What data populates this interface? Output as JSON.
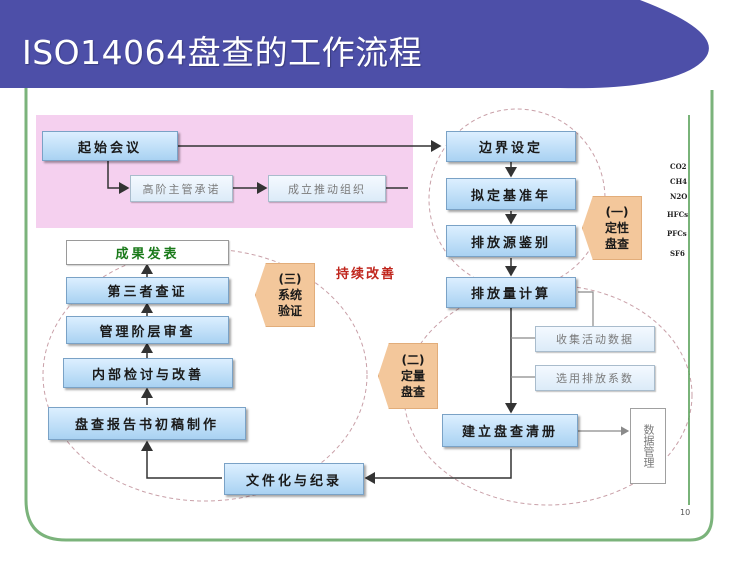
{
  "slide": {
    "title": "ISO14064盘查的工作流程",
    "page_number": "10"
  },
  "colors": {
    "title_band": "#4d4fa8",
    "frame_green": "#5aa05a",
    "box_fill": "#a9d2f2",
    "tag_fill": "#f3c79b",
    "pink_panel": "#f5d0ef",
    "red_note": "#c0261d"
  },
  "boxes": {
    "kickoff": "起始会议",
    "mgmt_commit": "高阶主管承诺",
    "form_team": "成立推动组织",
    "boundary": "边界设定",
    "base_year": "拟定基准年",
    "source_id": "排放源鉴别",
    "calc": "排放量计算",
    "collect_data": "收集活动数据",
    "select_factor": "选用排放系数",
    "inventory": "建立盘查清册",
    "data_mgmt": "数据管理",
    "documentation": "文件化与纪录",
    "draft_report": "盘查报告书初稿制作",
    "internal_review": "内部检讨与改善",
    "mgmt_review": "管理阶层审查",
    "third_party": "第三者查证",
    "publish": "成果发表"
  },
  "tags": {
    "qualitative": {
      "num": "(一)",
      "l1": "定性",
      "l2": "盘查"
    },
    "quantitative": {
      "num": "(二)",
      "l1": "定量",
      "l2": "盘查"
    },
    "verification": {
      "num": "(三)",
      "l1": "系统",
      "l2": "验证"
    }
  },
  "continuous_improvement": "持续改善",
  "gases": [
    "CO2",
    "CH4",
    "N2O",
    "HFCs",
    "PFCs",
    "SF6"
  ]
}
